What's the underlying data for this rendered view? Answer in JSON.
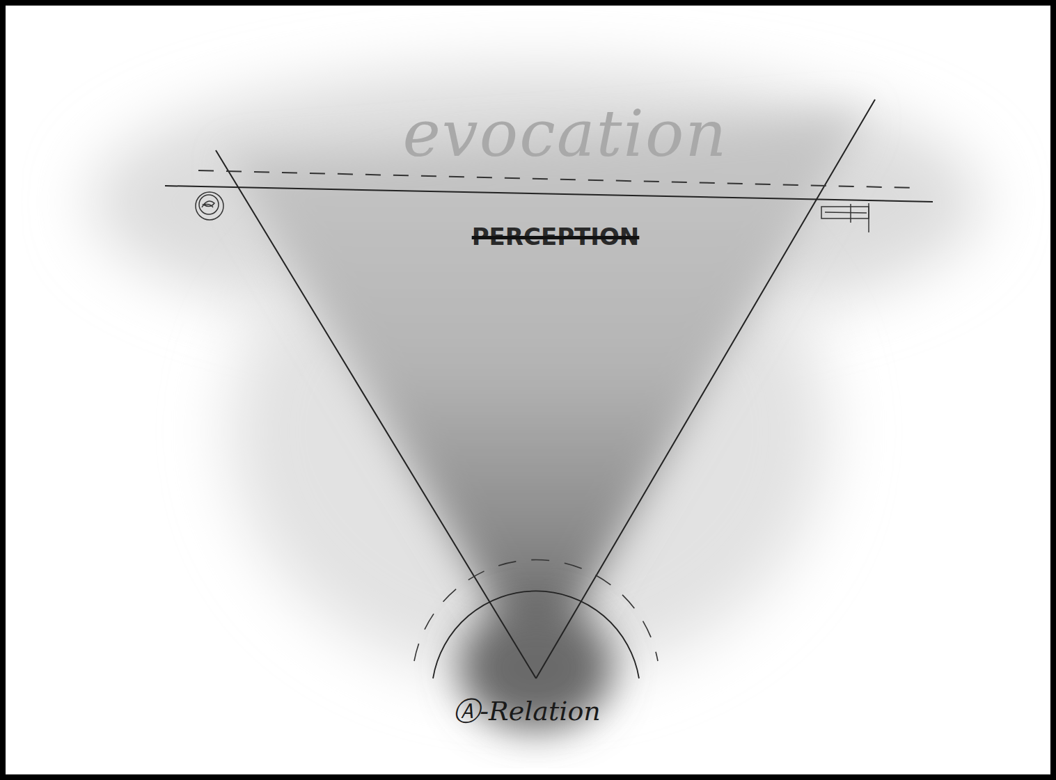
{
  "diagram": {
    "labels": [
      "evocation",
      "PERCEPTION",
      "Ⓐ-Relation"
    ]
  }
}
